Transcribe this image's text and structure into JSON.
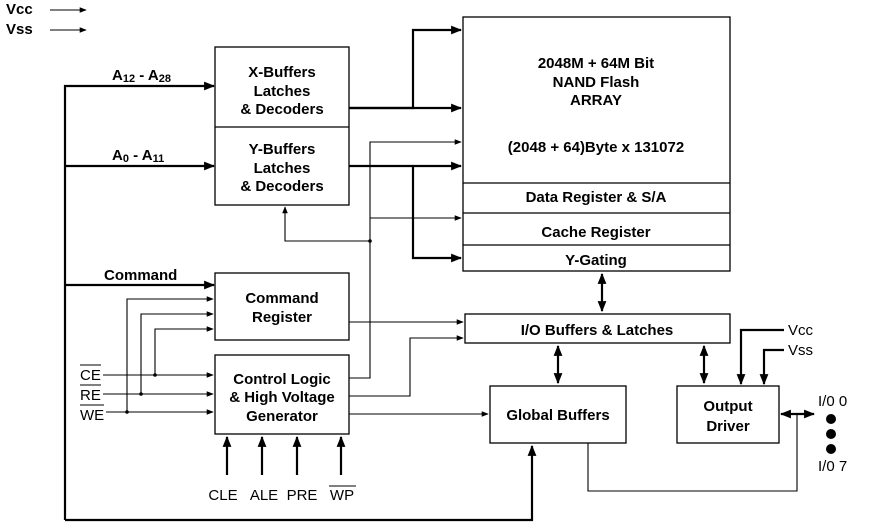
{
  "power": {
    "vcc": "Vcc",
    "vss": "Vss"
  },
  "address": {
    "high": {
      "prefix": "A",
      "sub1": "12",
      "mid": " - A",
      "sub2": "28"
    },
    "low": {
      "prefix": "A",
      "sub1": "0",
      "mid": " - A",
      "sub2": "11"
    },
    "command": "Command"
  },
  "x_buffers": [
    "X-Buffers",
    "Latches",
    "& Decoders"
  ],
  "y_buffers": [
    "Y-Buffers",
    "Latches",
    "& Decoders"
  ],
  "command_register": [
    "Command",
    "Register"
  ],
  "control_logic": [
    "Control Logic",
    "& High Voltage",
    "Generator"
  ],
  "array": {
    "lines": [
      "2048M + 64M Bit",
      "NAND Flash",
      "ARRAY"
    ],
    "organization": "(2048 + 64)Byte x 131072",
    "data_register": "Data Register & S/A",
    "cache_register": "Cache Register",
    "y_gating": "Y-Gating"
  },
  "io_buffers": "I/O Buffers & Latches",
  "global_buffers": "Global Buffers",
  "output_driver": [
    "Output",
    "Driver"
  ],
  "output_power": {
    "vcc": "Vcc",
    "vss": "Vss"
  },
  "io_pins": {
    "first": "I/0 0",
    "last": "I/0 7"
  },
  "control_inputs": {
    "ce": "CE",
    "re": "RE",
    "we": "WE"
  },
  "bottom_inputs": {
    "cle": "CLE",
    "ale": "ALE",
    "pre": "PRE",
    "wp": "WP"
  }
}
